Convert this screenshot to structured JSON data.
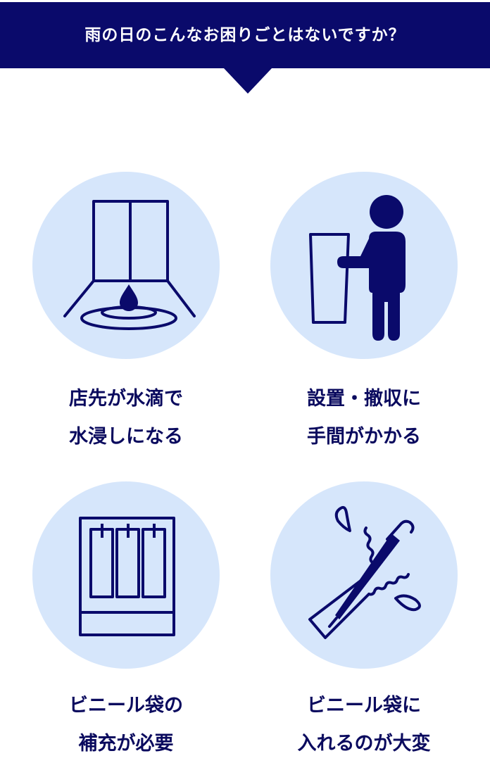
{
  "header": {
    "title": "雨の日のこんなお困りごとはないですか？"
  },
  "colors": {
    "navy": "#0a0a6b",
    "circle_bg": "#d6e6fb",
    "caption_text": "#0a0a5e",
    "background": "#ffffff"
  },
  "problems": [
    {
      "icon": "store-entrance-water-drop-icon",
      "line1": "店先が水滴で",
      "line2": "水浸しになる"
    },
    {
      "icon": "person-carrying-stand-icon",
      "line1": "設置・撤収に",
      "line2": "手間がかかる"
    },
    {
      "icon": "umbrella-bag-dispenser-icon",
      "line1": "ビニール袋の",
      "line2": "補充が必要"
    },
    {
      "icon": "umbrella-in-bag-icon",
      "line1": "ビニール袋に",
      "line2": "入れるのが大変"
    }
  ]
}
